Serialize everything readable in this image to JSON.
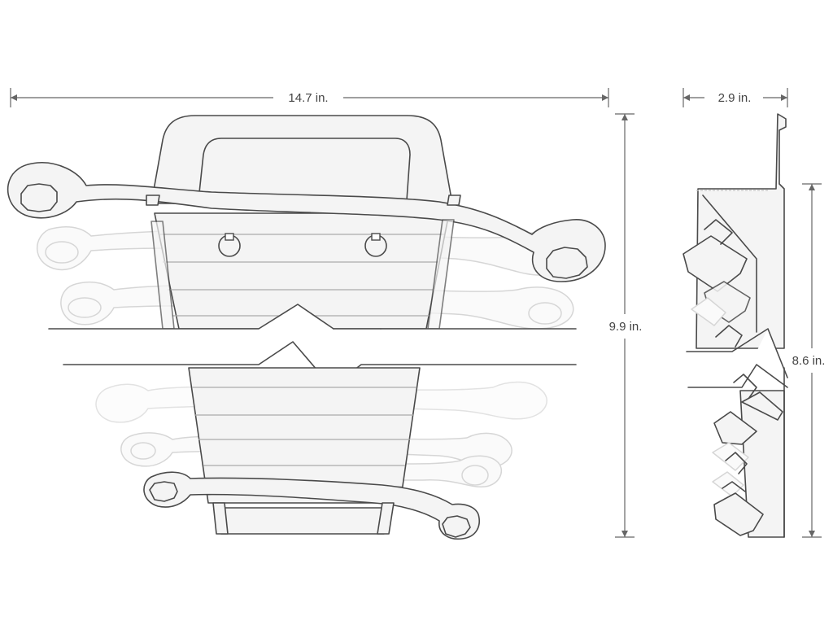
{
  "dimensions": {
    "width_front": "14.7 in.",
    "height_front": "9.9 in.",
    "depth_side": "2.9 in.",
    "height_side": "8.6 in."
  }
}
